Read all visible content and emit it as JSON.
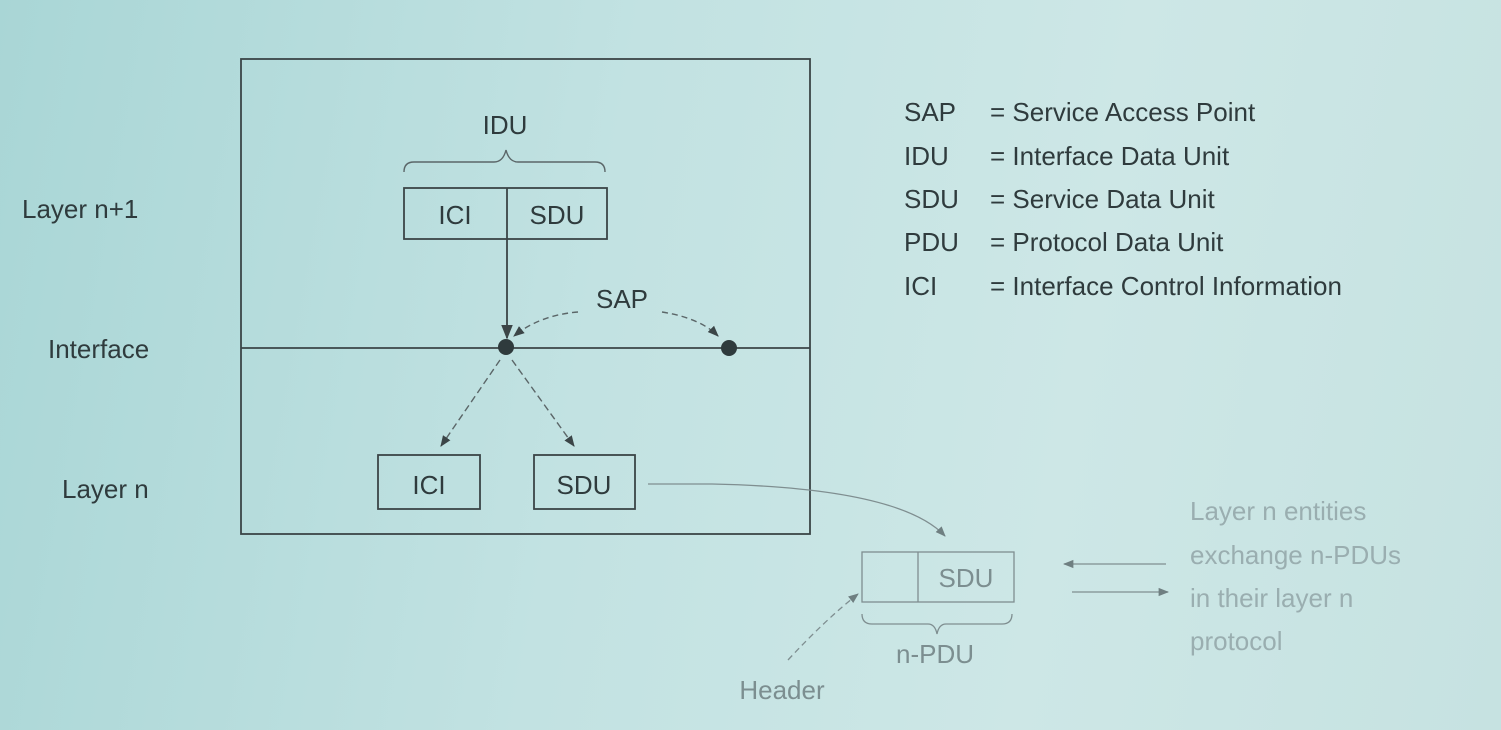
{
  "layers": {
    "upper": "Layer n+1",
    "interface": "Interface",
    "lower": "Layer n"
  },
  "idu": {
    "brace_label": "IDU",
    "ici": "ICI",
    "sdu": "SDU"
  },
  "sap_label": "SAP",
  "lower_boxes": {
    "ici": "ICI",
    "sdu": "SDU"
  },
  "pdu": {
    "sdu": "SDU",
    "brace_label": "n-PDU",
    "header_label": "Header"
  },
  "legend": [
    {
      "abbr": "SAP",
      "definition": "= Service Access Point"
    },
    {
      "abbr": "IDU",
      "definition": "= Interface Data Unit"
    },
    {
      "abbr": "SDU",
      "definition": "= Service Data Unit"
    },
    {
      "abbr": "PDU",
      "definition": "= Protocol Data Unit"
    },
    {
      "abbr": "ICI",
      "definition": "= Interface Control Information"
    }
  ],
  "exchange_note": [
    "Layer n entities",
    "exchange n-PDUs",
    "in their layer n",
    "protocol"
  ]
}
